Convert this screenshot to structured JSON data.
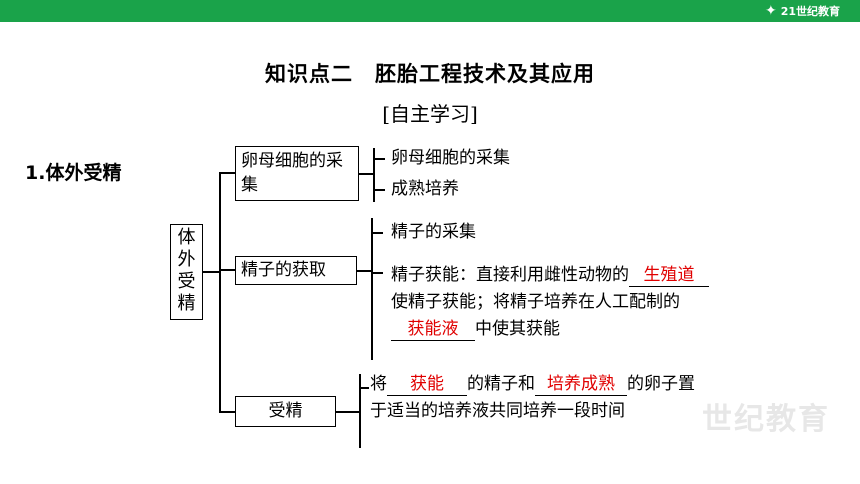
{
  "header": {
    "logo_text": "21世纪教育"
  },
  "title": {
    "part1": "知识点二",
    "part2": "胚胎工程技术及其应用"
  },
  "subtitle": "[自主学习]",
  "section": "1.体外受精",
  "diagram": {
    "root": "体外受精",
    "oocyte": {
      "label": "卵母细胞的采集",
      "items": [
        "卵母细胞的采集",
        "成熟培养"
      ]
    },
    "sperm": {
      "label": "精子的获取",
      "item1": "精子的采集",
      "item2_pre": "精子获能：直接利用雌性动物的",
      "answer1": "生殖道",
      "item2_mid": "使精子获能；将精子培养在人工配制的",
      "answer2": "获能液",
      "item2_post": "中使其获能"
    },
    "fert": {
      "label": "受精",
      "pre": "将",
      "answer1": "获能",
      "mid": "的精子和",
      "answer2": "培养成熟",
      "post": "的卵子置于适当的培养液共同培养一段时间"
    }
  },
  "watermark": "世纪教育"
}
